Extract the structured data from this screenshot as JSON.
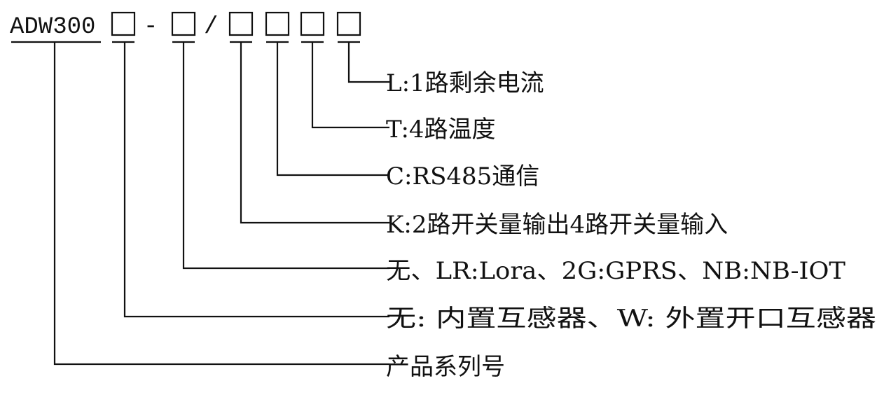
{
  "model": {
    "prefix": "ADW300",
    "dash": "-",
    "slash": "/"
  },
  "options": [
    {
      "id": "L",
      "text": "L:1路剩余电流"
    },
    {
      "id": "T",
      "text": "T:4路温度"
    },
    {
      "id": "C",
      "text": "C:RS485通信"
    },
    {
      "id": "K",
      "text": "K:2路开关量输出4路开关量输入"
    },
    {
      "id": "comm",
      "text": "无、LR:Lora、2G:GPRS、NB:NB-IOT"
    },
    {
      "id": "ct",
      "text": "无: 内置互感器、W: 外置开口互感器"
    },
    {
      "id": "series",
      "text": "产品系列号"
    }
  ]
}
